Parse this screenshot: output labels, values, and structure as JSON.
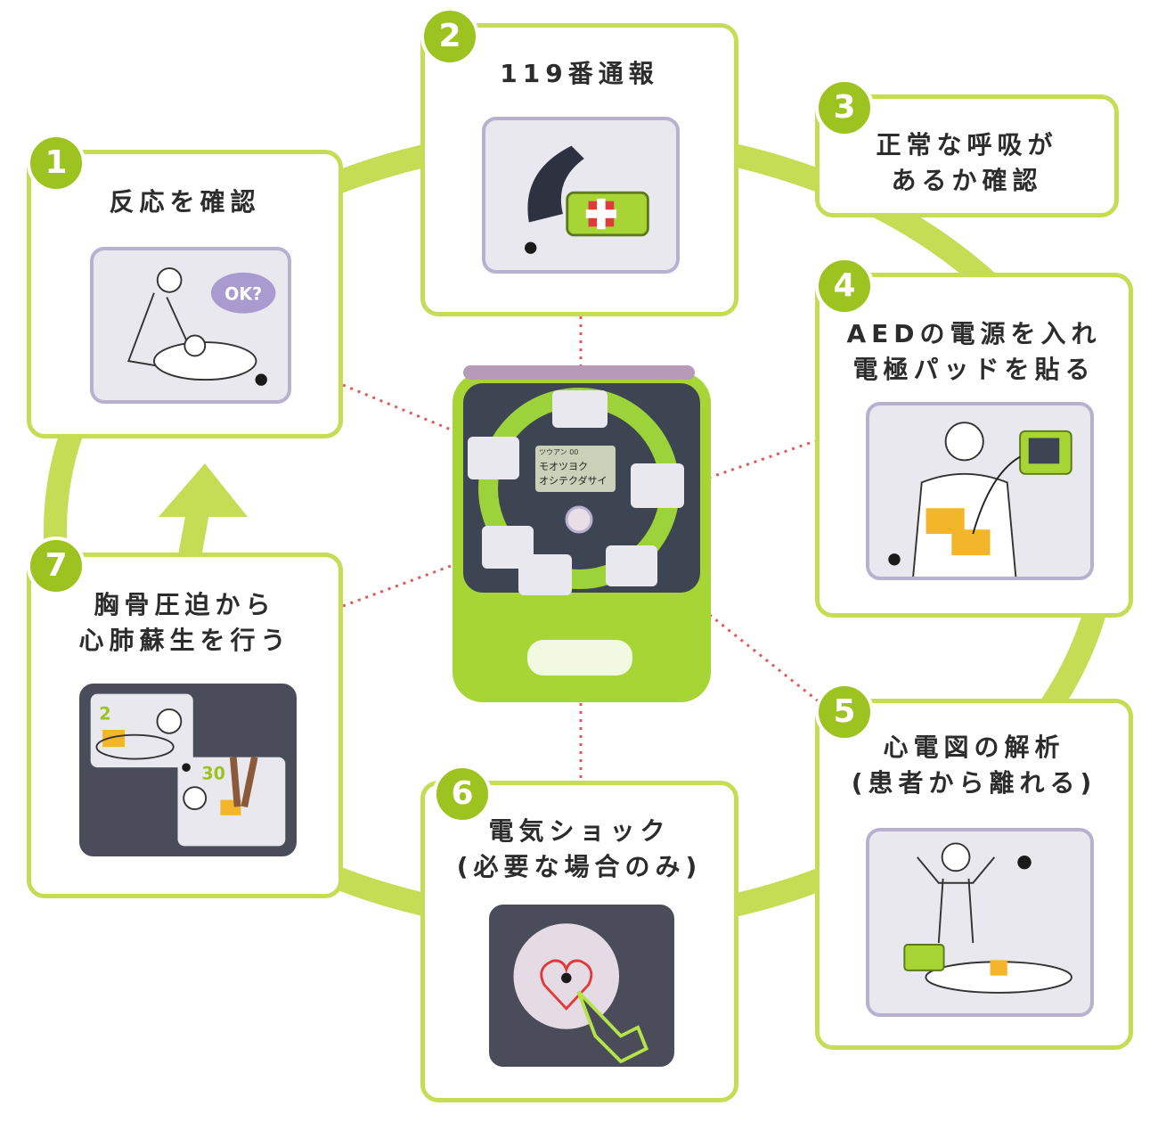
{
  "colors": {
    "accent": "#c5dc55",
    "badge": "#9cc31f",
    "dots": "#e05a5a",
    "device_body": "#a7d536",
    "device_panel": "#3d4452"
  },
  "steps": [
    {
      "number": "1",
      "lines": [
        "反応を確認"
      ]
    },
    {
      "number": "2",
      "lines": [
        "119番通報"
      ]
    },
    {
      "number": "3",
      "lines": [
        "正常な呼吸が",
        "あるか確認"
      ]
    },
    {
      "number": "4",
      "lines": [
        "AEDの電源を入れ",
        "電極パッドを貼る"
      ]
    },
    {
      "number": "5",
      "lines": [
        "心電図の解析",
        "(患者から離れる)"
      ]
    },
    {
      "number": "6",
      "lines": [
        "電気ショック",
        "(必要な場合のみ)"
      ]
    },
    {
      "number": "7",
      "lines": [
        "胸骨圧迫から",
        "心肺蘇生を行う"
      ]
    }
  ],
  "icons": {
    "ok_bubble": "OK?",
    "cpr_count_2": "2",
    "cpr_count_30": "30"
  },
  "device": {
    "screen_line1": "モオツヨク",
    "screen_line2": "オシテクダサイ",
    "screen_status": "ツウアン 00"
  }
}
